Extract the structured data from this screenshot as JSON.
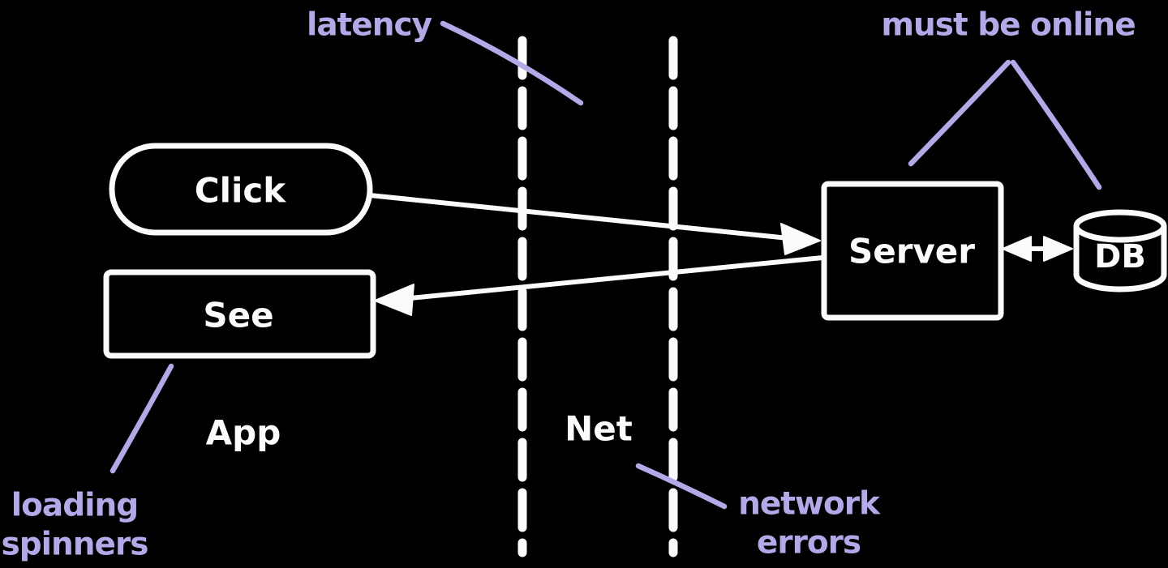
{
  "palette": {
    "background": "#000000",
    "ink": "#fbfbfb",
    "annotation": "#b5a8e9"
  },
  "nodes": {
    "click": {
      "label": "Click",
      "shape": "pill"
    },
    "see": {
      "label": "See",
      "shape": "rectangle"
    },
    "server": {
      "label": "Server",
      "shape": "rectangle"
    },
    "db": {
      "label": "DB",
      "shape": "cylinder"
    }
  },
  "zones": {
    "app": {
      "label": "App"
    },
    "net": {
      "label": "Net"
    }
  },
  "annotations": {
    "latency": {
      "text": "latency"
    },
    "must_be_online": {
      "text": "must be online"
    },
    "loading_spinners": {
      "line1": "loading",
      "line2": "spinners"
    },
    "network_errors": {
      "line1": "network",
      "line2": "errors"
    }
  }
}
